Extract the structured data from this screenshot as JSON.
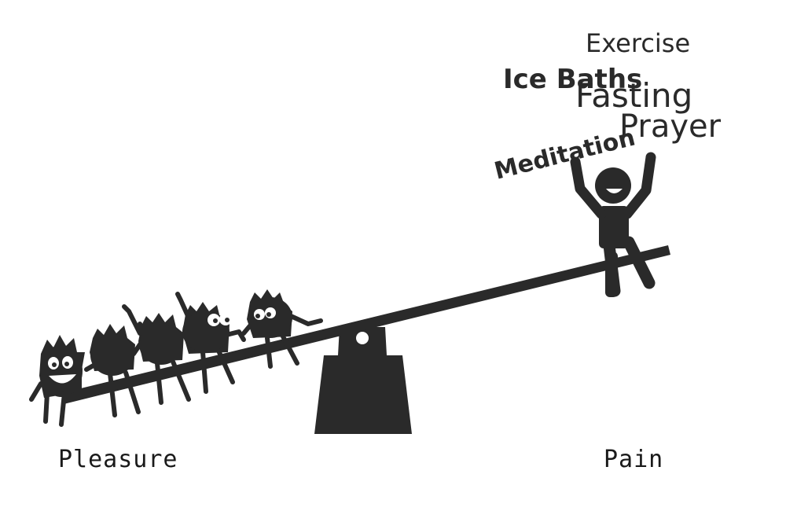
{
  "labels": {
    "left": "Pleasure",
    "right": "Pain"
  },
  "words": {
    "exercise": "Exercise",
    "ice_baths": "Ice Baths",
    "fasting": "Fasting",
    "meditation": "Meditation",
    "prayer": "Prayer"
  },
  "colors": {
    "ink": "#2a2a2a",
    "background": "#ffffff"
  }
}
